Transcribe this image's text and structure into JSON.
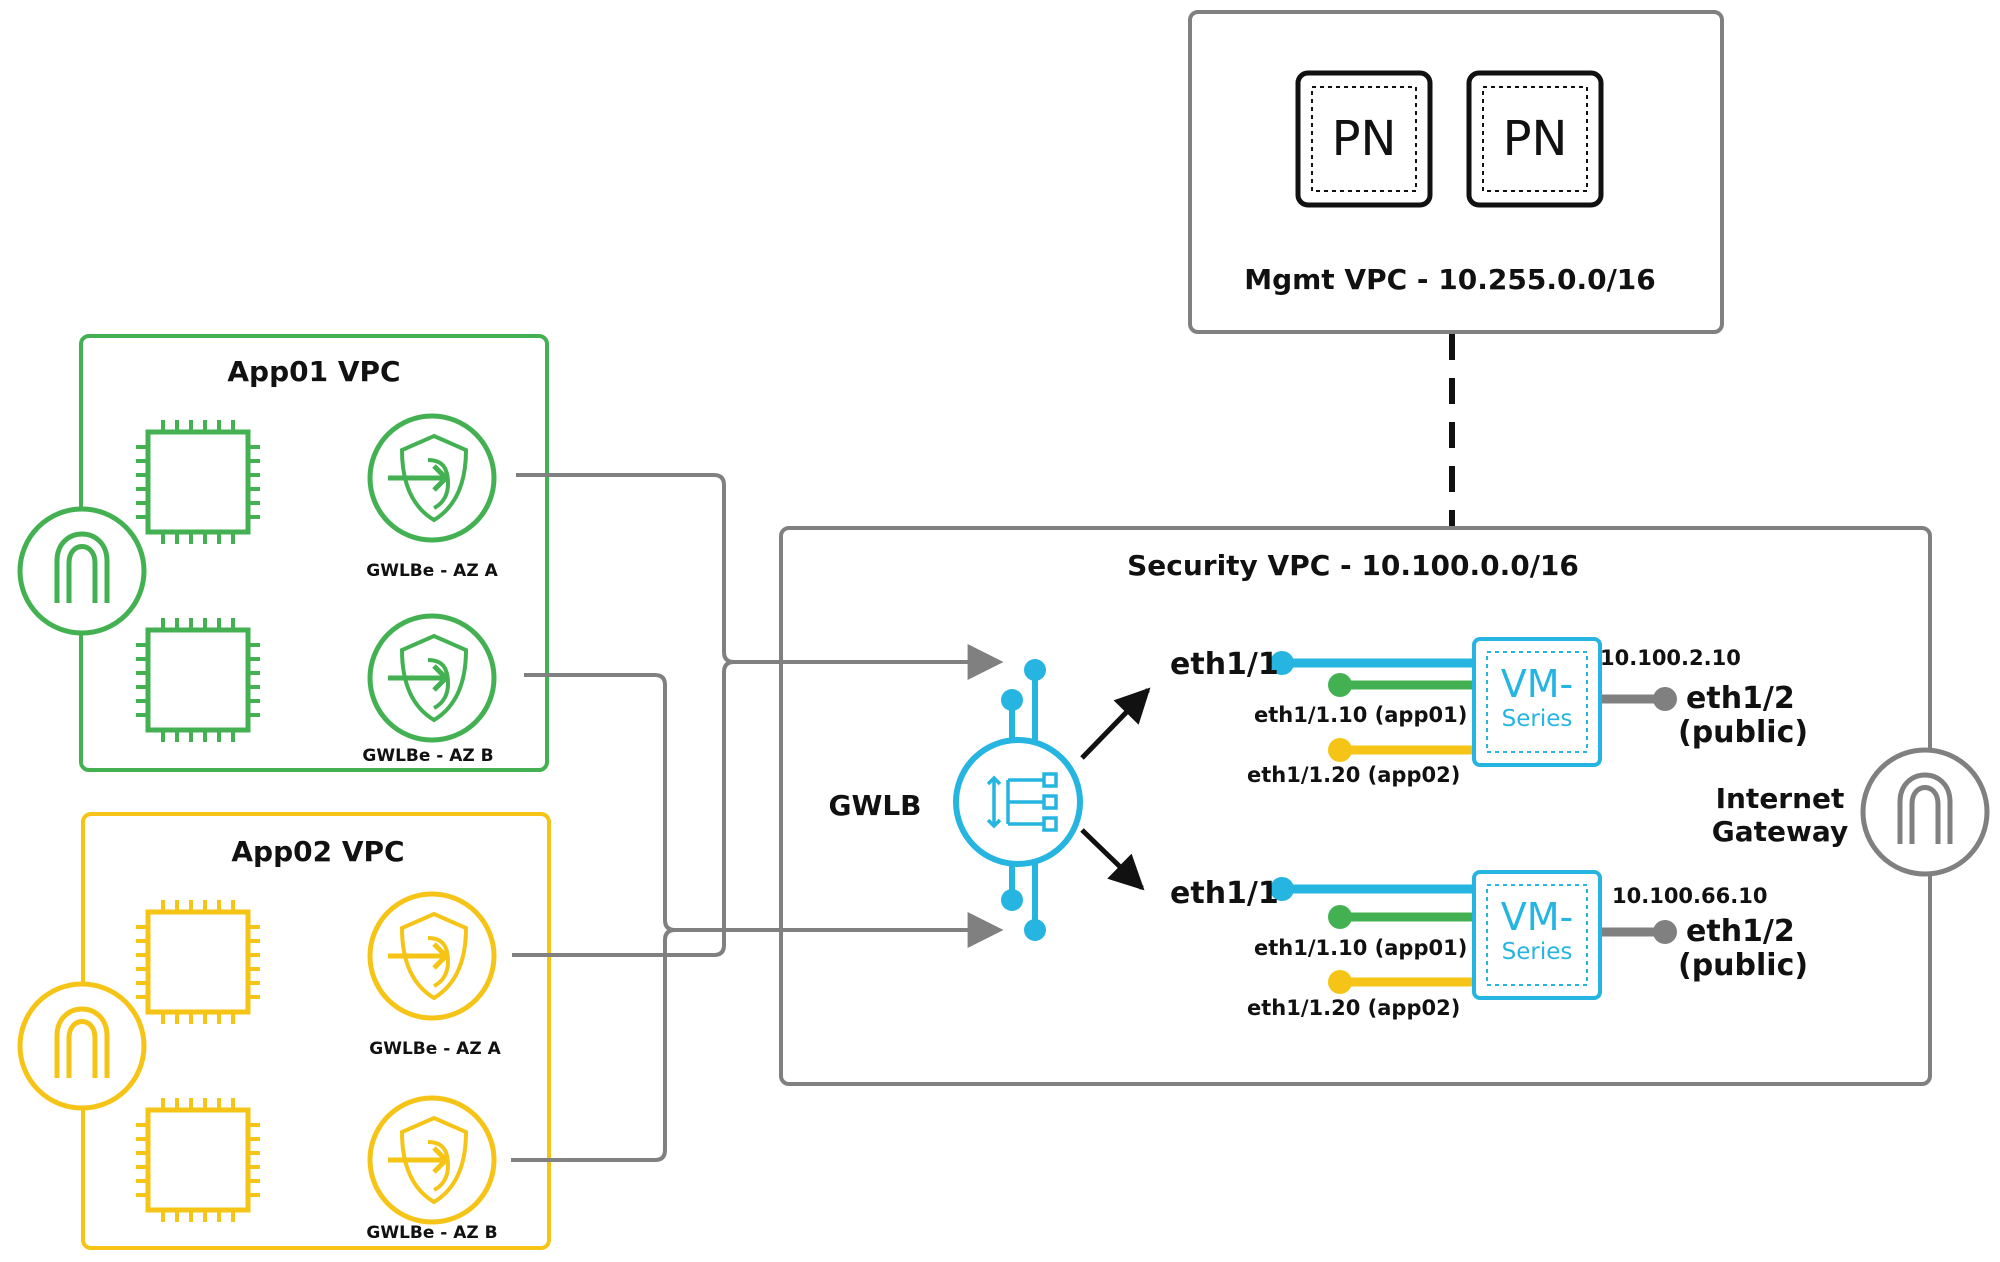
{
  "colors": {
    "green": "#43b152",
    "yellow": "#f6c417",
    "cyan": "#26b5e1",
    "gray": "#808080",
    "black": "#111111"
  },
  "mgmt_vpc": {
    "title": "Mgmt VPC - 10.255.0.0/16",
    "panorama_labels": [
      "PN",
      "PN"
    ]
  },
  "app01_vpc": {
    "title": "App01 VPC",
    "endpoints": [
      "GWLBe - AZ A",
      "GWLBe - AZ B"
    ]
  },
  "app02_vpc": {
    "title": "App02 VPC",
    "endpoints": [
      "GWLBe - AZ A",
      "GWLBe - AZ B"
    ]
  },
  "security_vpc": {
    "title": "Security VPC - 10.100.0.0/16",
    "gwlb_label": "GWLB",
    "internet_gateway": [
      "Internet",
      "Gateway"
    ],
    "firewalls": [
      {
        "name_line1": "VM-",
        "name_line2": "Series",
        "ip": "10.100.2.10",
        "trust_iface": "eth1/1",
        "sub_app01": "eth1/1.10 (app01)",
        "sub_app02": "eth1/1.20 (app02)",
        "public_iface": "eth1/2",
        "public_label": "(public)"
      },
      {
        "name_line1": "VM-",
        "name_line2": "Series",
        "ip": "10.100.66.10",
        "trust_iface": "eth1/1",
        "sub_app01": "eth1/1.10 (app01)",
        "sub_app02": "eth1/1.20 (app02)",
        "public_iface": "eth1/2",
        "public_label": "(public)"
      }
    ]
  }
}
